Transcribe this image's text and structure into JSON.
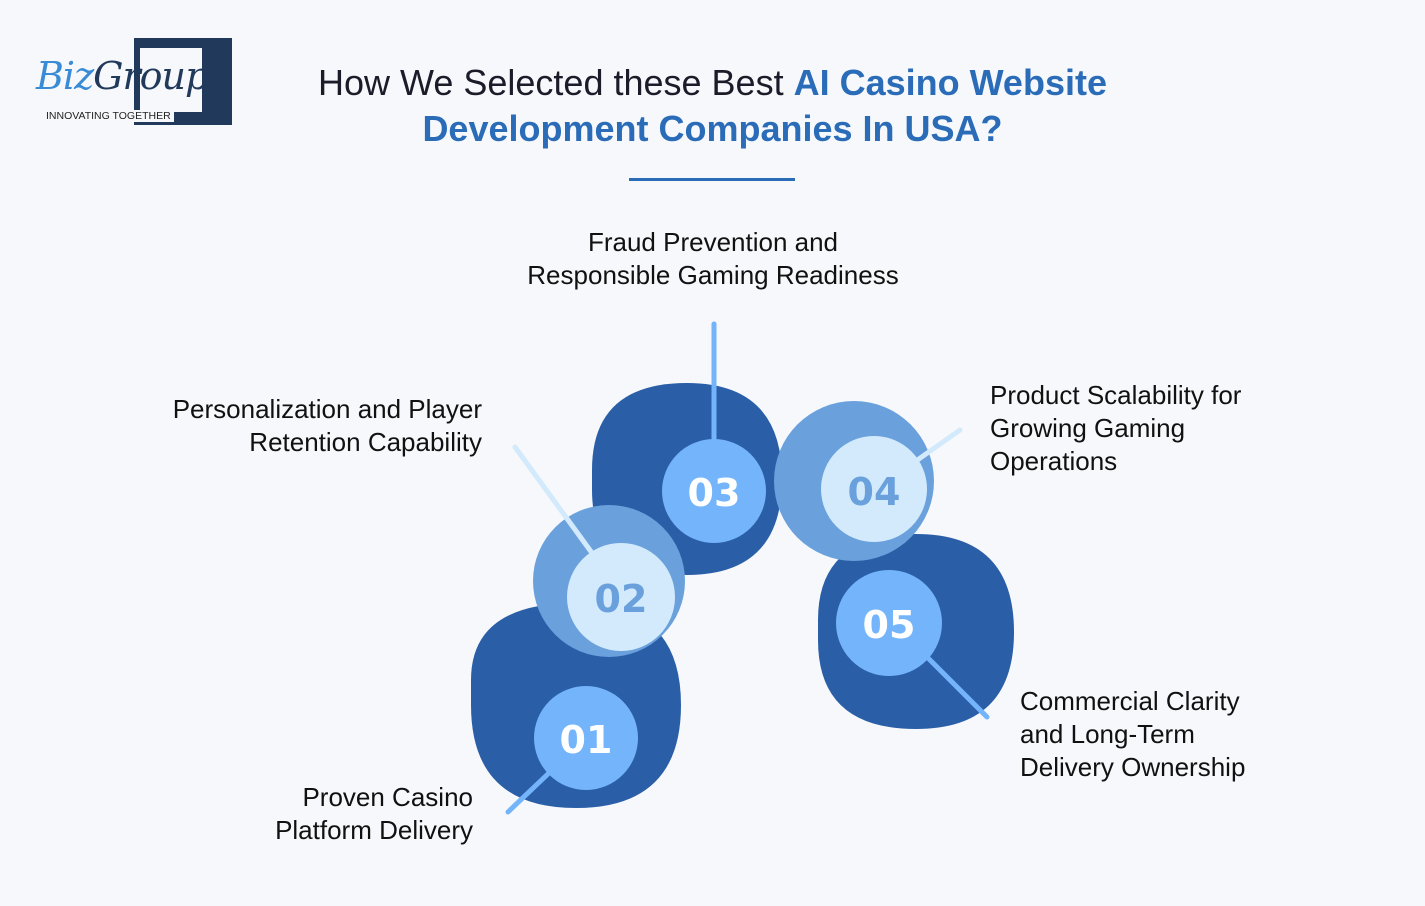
{
  "logo": {
    "brand_part1": "Biz",
    "brand_part2": "Group",
    "tagline": "INNOVATING TOGETHER"
  },
  "title": {
    "plain": "How We Selected these Best ",
    "highlight_line1": "AI Casino Website",
    "highlight_line2": "Development Companies In USA?"
  },
  "colors": {
    "dark_blue": "#2a5fa8",
    "mid_blue": "#6aa1dd",
    "light_blue": "#73b4fa",
    "pale_blue": "#d3eafc",
    "accent": "#2b6cb8"
  },
  "steps": [
    {
      "number": "01",
      "label": "Proven Casino Platform Delivery",
      "line1": "Proven Casino",
      "line2": "Platform Delivery"
    },
    {
      "number": "02",
      "label": "Personalization and Player Retention Capability",
      "line1": "Personalization and Player",
      "line2": "Retention Capability"
    },
    {
      "number": "03",
      "label": "Fraud Prevention and Responsible Gaming Readiness",
      "line1": "Fraud Prevention and",
      "line2": "Responsible Gaming Readiness"
    },
    {
      "number": "04",
      "label": "Product Scalability for Growing Gaming Operations",
      "line1": "Product Scalability for",
      "line2": "Growing Gaming",
      "line3": "Operations"
    },
    {
      "number": "05",
      "label": "Commercial Clarity and Long-Term Delivery Ownership",
      "line1": "Commercial Clarity",
      "line2": "and Long-Term",
      "line3": "Delivery Ownership"
    }
  ]
}
